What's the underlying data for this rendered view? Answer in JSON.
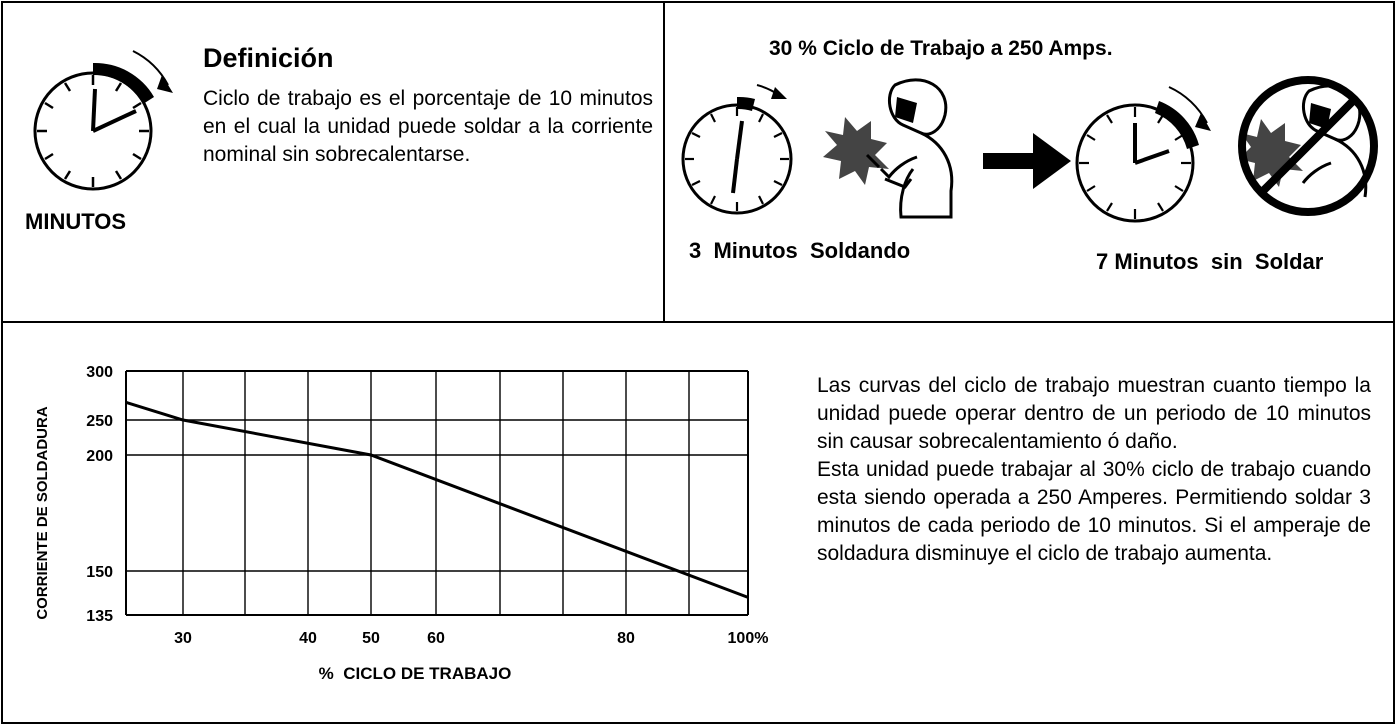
{
  "definition": {
    "title": "Definición",
    "text": "Ciclo de trabajo es el porcentaje de 10 minutos en el cual la unidad puede soldar a la corriente nominal sin sobrecalentarse.",
    "clock_label": "MINUTOS"
  },
  "duty_cycle_example": {
    "title": "30 % Ciclo de Trabajo a 250 Amps.",
    "welding_label": "3  Minutos  Soldando",
    "resting_label": "7 Minutos  sin  Soldar"
  },
  "description": {
    "paragraph_1": "Las curvas del ciclo de trabajo muestran cuanto tiempo la unidad puede operar dentro de un periodo de 10 minutos sin causar sobrecalentamiento ó daño.",
    "paragraph_2": "Esta unidad puede trabajar al 30% ciclo de trabajo cuando esta siendo operada a 250 Amperes. Permitiendo soldar 3 minutos de cada periodo de 10 minutos. Si el amperaje de soldadura disminuye el ciclo de trabajo aumenta."
  },
  "chart_data": {
    "type": "line",
    "xlabel": "%  CICLO DE TRABAJO",
    "ylabel": "CORRIENTE DE SOLDADURA",
    "x_tick_labels": [
      "30",
      "40",
      "50",
      "60",
      "80",
      "100%"
    ],
    "x_tick_values": [
      30,
      40,
      50,
      60,
      80,
      100
    ],
    "y_tick_labels": [
      "135",
      "150",
      "200",
      "250",
      "300"
    ],
    "y_tick_values": [
      135,
      150,
      200,
      250,
      300
    ],
    "xlim": [
      25,
      100
    ],
    "ylim": [
      135,
      300
    ],
    "grid": true,
    "series": [
      {
        "x": [
          25,
          30,
          50,
          100
        ],
        "y": [
          268,
          250,
          200,
          141
        ]
      }
    ]
  }
}
